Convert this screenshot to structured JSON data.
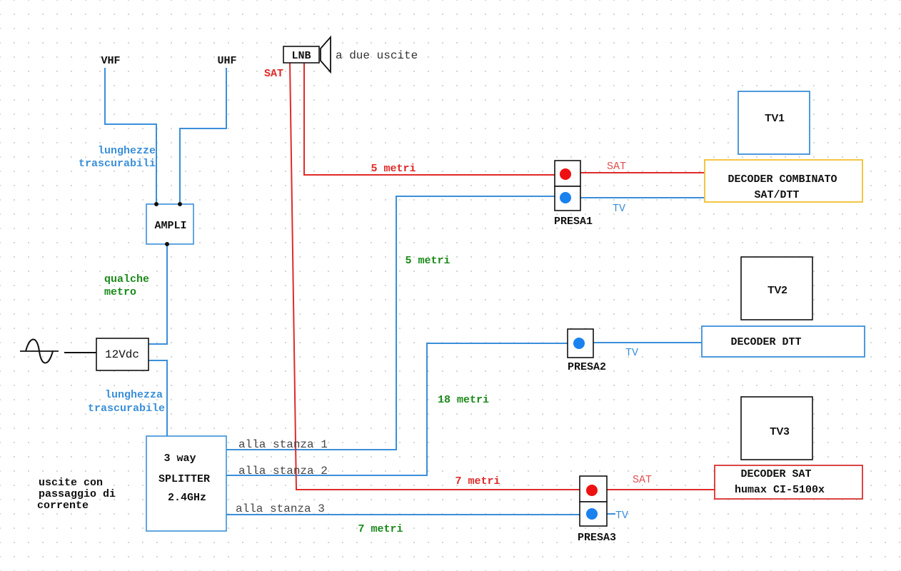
{
  "colors": {
    "sat_red": "#e02a2a",
    "tv_blue": "#3a8fd9",
    "length_green": "#1a8a1a",
    "decoder_combined_border": "#f0c030",
    "decoder_dtt_border": "#3a8fd9",
    "decoder_sat_border": "#d93030",
    "tv_box_blue": "#3a8fd9",
    "tv_box_black": "#111111"
  },
  "antennas": {
    "vhf": "VHF",
    "uhf": "UHF"
  },
  "lnb": {
    "label": "LNB",
    "note": "a due uscite",
    "sat_label": "SAT",
    "icon": "dish-horn-icon"
  },
  "power": {
    "icon": "ac-sine-icon",
    "psu_label": "12Vdc"
  },
  "amplifier": {
    "label": "AMPLI"
  },
  "lengths": {
    "antenna_to_ampli": [
      "lunghezze",
      "trascurabili"
    ],
    "ampli_to_psu": [
      "qualche",
      "metro"
    ],
    "psu_to_splitter": [
      "lunghezza",
      "trascurabile"
    ],
    "room1_tv": "5 metri",
    "room1_sat": "5 metri",
    "room2_tv": "18 metri",
    "room3_sat": "7 metri",
    "room3_tv": "7 metri"
  },
  "splitter": {
    "lines": [
      "3 way",
      "SPLITTER",
      "2.4GHz"
    ],
    "outputs": [
      "alla stanza 1",
      "alla stanza 2",
      "alla stanza 3"
    ],
    "note": [
      "uscite con",
      "passaggio di",
      "corrente"
    ]
  },
  "outlets": [
    {
      "label": "PRESA1",
      "ports": [
        "sat",
        "tv"
      ]
    },
    {
      "label": "PRESA2",
      "ports": [
        "tv"
      ]
    },
    {
      "label": "PRESA3",
      "ports": [
        "sat",
        "tv"
      ]
    }
  ],
  "signals": {
    "sat": "SAT",
    "tv": "TV"
  },
  "tvs": [
    "TV1",
    "TV2",
    "TV3"
  ],
  "decoders": {
    "combined": [
      "DECODER COMBINATO",
      "SAT/DTT"
    ],
    "dtt": "DECODER DTT",
    "sat": [
      "DECODER SAT",
      "humax CI-5100x"
    ]
  }
}
